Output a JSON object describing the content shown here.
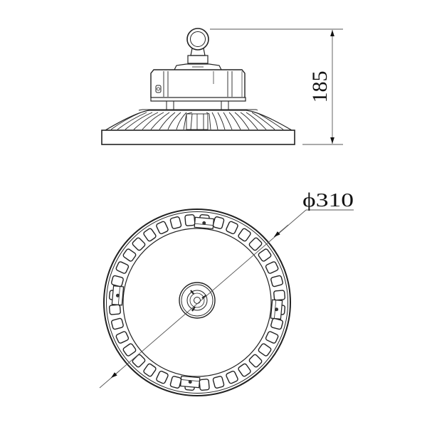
{
  "drawing": {
    "type": "technical-dimension-drawing",
    "subject": "UFO high bay light fixture",
    "views": [
      {
        "name": "side-view",
        "label": ""
      },
      {
        "name": "top-view",
        "label": ""
      }
    ]
  },
  "dimensions": {
    "height": {
      "value": "185",
      "unit": "mm",
      "orientation": "vertical"
    },
    "diameter": {
      "value": "ϕ310",
      "symbol": "ϕ",
      "number": "310",
      "unit": "mm"
    }
  },
  "top_view": {
    "slot_count": 36,
    "bracket_count": 4
  },
  "colors": {
    "line": "#222222",
    "dimension_line": "#555555",
    "background": "#ffffff"
  }
}
